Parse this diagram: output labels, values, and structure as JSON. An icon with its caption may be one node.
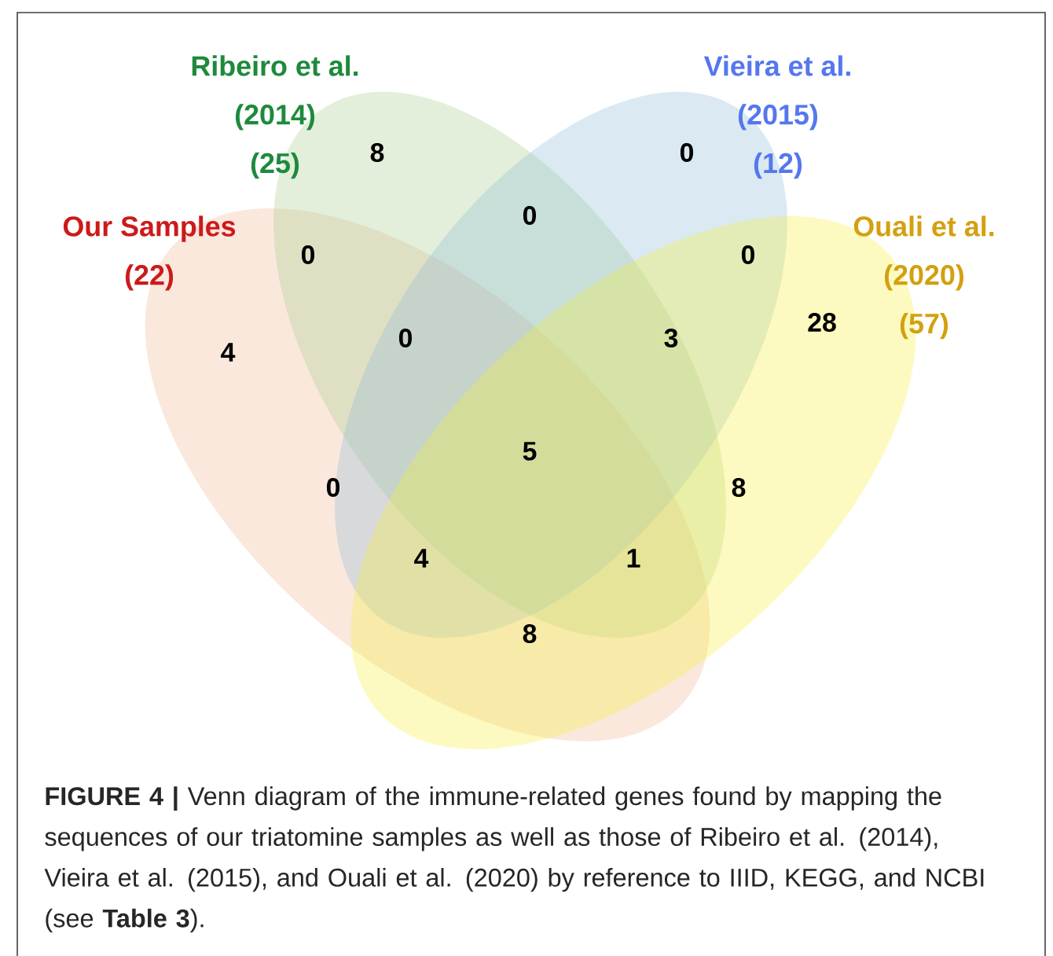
{
  "diagram": {
    "caption": "**FIGURE 4 |** Venn diagram of the immune-related genes found by mapping the sequences of our triatomine samples as well as those of Ribeiro et al. (2014), Vieira et al. (2015), and Ouali et al. (2020) by reference to IIID, KEGG, and NCBI (see **Table 3**).",
    "nodes": [
      {
        "text": [
          "Ribeiro et al.",
          "(2014)",
          "(25)"
        ]
      },
      {
        "text": [
          "Vieira et al.",
          "(2015)",
          "(12)"
        ]
      },
      {
        "text": [
          "Our Samples",
          "(22)"
        ]
      },
      {
        "text": [
          "Ouali et al.",
          "(2020)",
          "(57)"
        ]
      }
    ],
    "labels": [
      "8",
      "0",
      "0",
      "0",
      "0",
      "28",
      "0",
      "3",
      "4",
      "5",
      "0",
      "8",
      "4",
      "1",
      "8"
    ]
  }
}
